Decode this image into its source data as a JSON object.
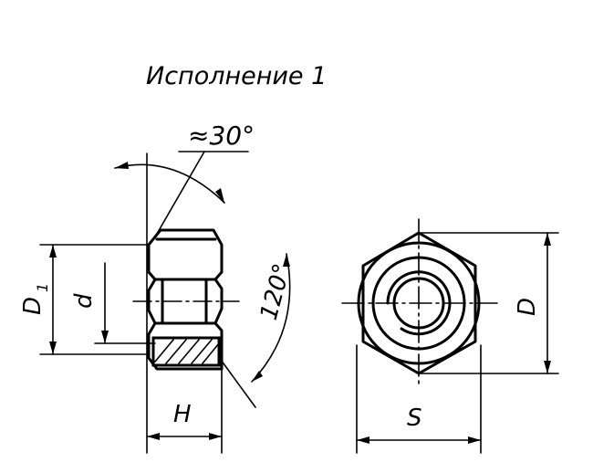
{
  "title": "Исполнение 1",
  "labels": {
    "angle_chamfer": "≈30°",
    "angle_hex": "120°",
    "D1": "D",
    "D1_sub": "1",
    "d": "d",
    "H": "H",
    "S": "S",
    "D": "D"
  }
}
